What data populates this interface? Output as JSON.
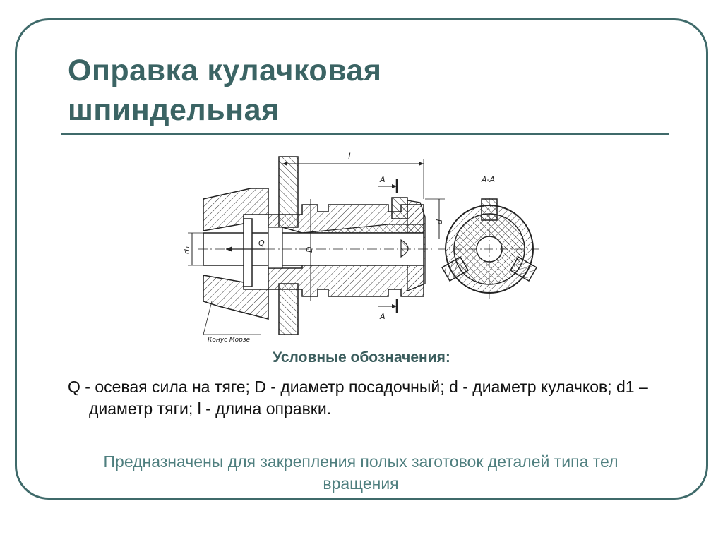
{
  "slide": {
    "title_line1": "Оправка кулачковая",
    "title_line2": "шпиндельная",
    "legend_heading": "Условные обозначения:",
    "legend_text": "Q - осевая сила на тяге; D - диаметр посадочный; d - диаметр кулачков; d1 – диаметр тяги; l - длина оправки.",
    "purpose_text": "Предназначены для закрепления полых заготовок деталей типа тел вращения"
  },
  "drawing": {
    "label_l": "l",
    "label_A_top": "A",
    "label_A_bottom": "A",
    "label_section": "A-A",
    "label_Q": "Q",
    "label_D": "D",
    "label_d": "d",
    "label_d1": "d₁",
    "label_morse": "Конус Морзе"
  },
  "colors": {
    "accent": "#3f6a6a",
    "title": "#3b6464",
    "purpose": "#4f7f7f"
  }
}
